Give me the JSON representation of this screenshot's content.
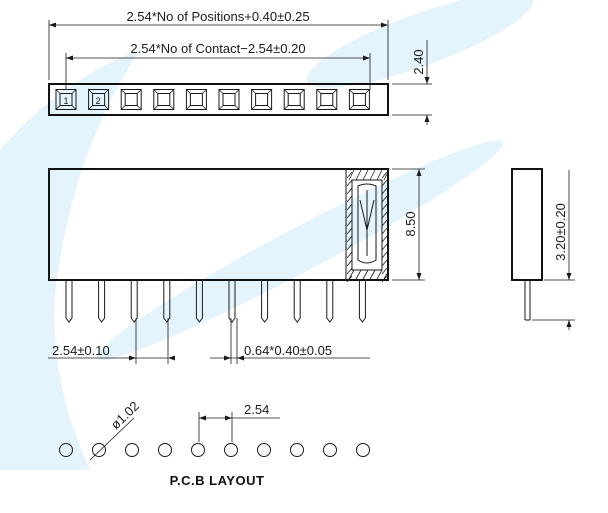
{
  "diagram": {
    "dims": {
      "total_length": "2.54*No  of  Positions+0.40±0.25",
      "contact_span": "2.54*No  of  Contact−2.54±0.20",
      "top_height": "2.40",
      "body_height": "8.50",
      "side_height": "3.20±0.20",
      "pitch": "2.54±0.10",
      "pin_size": "0.64*0.40±0.05",
      "hole_diameter": "ø1.02",
      "pcb_pitch": "2.54"
    },
    "pin_labels": [
      "1",
      "2"
    ],
    "pcb_title": "P.C.B  LAYOUT",
    "pin_count": 10,
    "watermark": {
      "color": "#1e9fe0"
    }
  }
}
